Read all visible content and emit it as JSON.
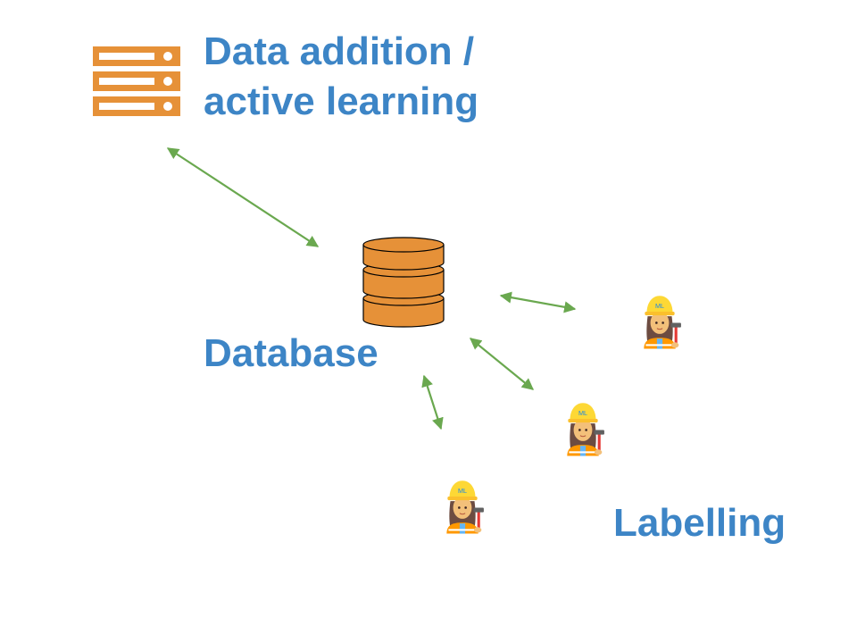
{
  "server": {
    "icon": "server-rack-icon",
    "label_lines": [
      "Data addition /",
      "active learning"
    ]
  },
  "database": {
    "icon": "database-cylinder-icon",
    "label": "Database"
  },
  "labelling": {
    "label": "Labelling",
    "worker_icon": "construction-worker-icon",
    "helmet_text": "ML"
  },
  "colors": {
    "text": "#3d85c6",
    "server": "#e69138",
    "db_fill": "#e69138",
    "db_stroke": "#000000",
    "arrow": "#6aa84f",
    "skin": "#f3c07a",
    "helmet": "#fdd835",
    "hair": "#6d4c41",
    "vest": "#ff9800",
    "hammer": "#e53935"
  }
}
